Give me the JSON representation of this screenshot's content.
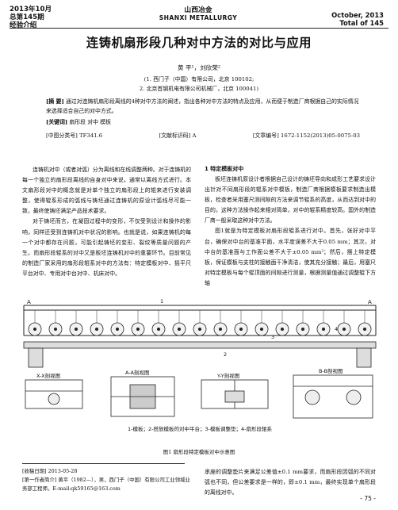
{
  "header": {
    "left_lines": [
      "2013年10月",
      "总第145期",
      "经验介绍"
    ],
    "center_cn": "山西冶金",
    "center_en": "SHANXI METALLURGY",
    "right_lines": [
      "October, 2013",
      "Total of 145"
    ]
  },
  "title": "连铸机扇形段几种对中方法的对比与应用",
  "authors": "黄 平¹，刘欣荣²",
  "affiliations": [
    "(1. 西门子（中国）有限公司，北京 100102;",
    "2. 北京首钢机电有限公司机械厂，北京 100041)"
  ],
  "abstract": {
    "tag": "[摘 要]",
    "text": "通过对连铸机扇形段离线的4种对中方法的阐述，指出各种对中方法的特点及应用，从而便于制造厂商根据自己的实际情况来选择适合自己的对中方式。"
  },
  "keywords": {
    "tag": "[关键词]",
    "text": "扇形段 对中 模板"
  },
  "codes": {
    "clc": "[中图分类号] TF341.6",
    "doc": "[文献标识码] A",
    "article": "[文章编号] 1672-1152(2013)05-0075-03"
  },
  "body_left": [
    "连铸机对中（或者对弧）分为离线和在线调整两种。对于连铸机的每一个独立的扇形段离线的自身对中来说，通常以离线方式进行。本文扇形段对中的概念就是对单个独立的扇形段上的辊来进行安装调整，使得辊系形成的弧线与铸坯通过连铸机的原设计弧线尽可能一致，最终使铸坯满足产品技术要求。",
    "对于铸坯而言，在凝固过程中的变形，不仅受到设计和操作的影响，同样还受到连铸机对中状况的影响。也就是说，如果连铸机的每一个对中都存在问题，可能引起铸坯的变形、裂纹等质量问题的产生。而扇形段辊系的对中又是板坯连铸机对中的重要环节。目前常见的制造厂家采用的扇形段辊系对中的方法有：特定模板对中、摇平尺平台对中、专用对中台对中、机床对中。"
  ],
  "body_right": {
    "section_heading": "1 特定模板对中",
    "paragraphs": [
      "板坯连铸机原设计者根据自己设计的铸坯导向和成形工艺要求设计出针对不同扇形段的辊系对中模板，制造厂商根据模板要求制造出模板，检查者采用塞尺测间隙的方法来调节辊系的高度，从而达到对中的目的。这种方法操作起来相对简单，对中的辊系精度较高。国外的制造厂商一般采取这种对中方法。",
      "图1就是为特定模板对扇形段辊系进行对中。首先，张好对中平台，确保对中台的基准平面，水平度误差不大于0.05 mm；其次，对中台的基准面与工作面公差不大于±0.05 mm²；然后，摆上特定模板，保证模板与支柱的接触面干净清洁，使其充分接触；最后，用塞尺对特定模板与每个辊顶面的间隙进行测量，根据测量值通过调整辊下方轴"
    ]
  },
  "figure": {
    "label_a": "A",
    "section_x": "X-X剖视图",
    "section_a": "A-A剖视图",
    "section_y": "Y-Y剖视图",
    "section_b": "B-B剖视图",
    "callouts": [
      "1",
      "2",
      "3",
      "4"
    ],
    "legend": "1-模板；2-搭放模板的对中平台；3-模板调整垫；4-扇形段辊系",
    "caption": "图1 扇形段特定模板对中示意图"
  },
  "footnotes": [
    "[收稿日期] 2013-05-28",
    "[第一作者简介] 黄平（1982—），男，西门子（中国）有限公司工业领域业务部工程师。E-mail:qk59165@163.com"
  ],
  "body_right_continued": "承座的调整垫片来满足公差值±0.1 mm要求，而扇形段因弧的不同对弧也不同，但公差要求是一样的，即±0.1 mm，最终实现单个扇形段的离线对中。",
  "page_number": "- 75 -"
}
